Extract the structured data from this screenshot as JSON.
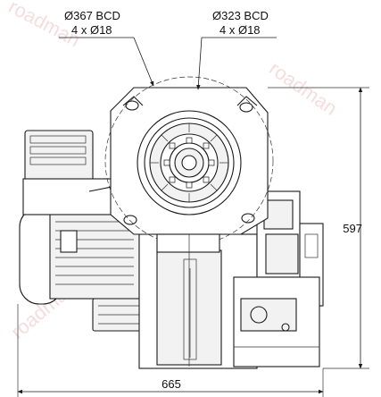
{
  "drawing": {
    "callouts": {
      "left_bcd": "Ø367 BCD",
      "left_holes": "4 x Ø18",
      "right_bcd": "Ø323 BCD",
      "right_holes": "4 x Ø18"
    },
    "dimensions": {
      "height": "597",
      "width": "665"
    },
    "watermark": "roadman"
  }
}
